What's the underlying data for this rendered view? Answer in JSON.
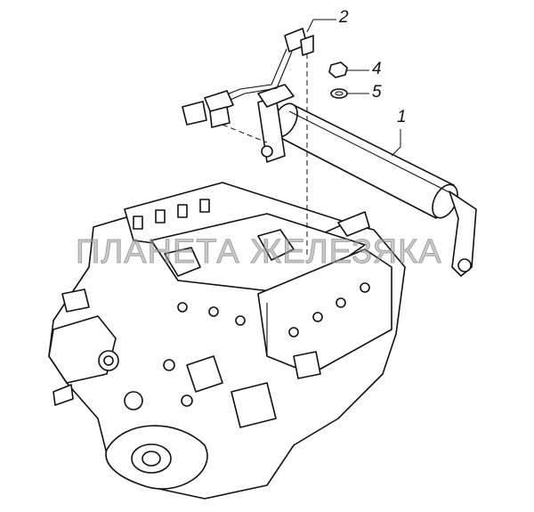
{
  "callouts": {
    "c1": "1",
    "c2": "2",
    "c4": "4",
    "c5": "5"
  },
  "watermark": "ПЛАНЕТА ЖЕЛЕЗЯКА"
}
